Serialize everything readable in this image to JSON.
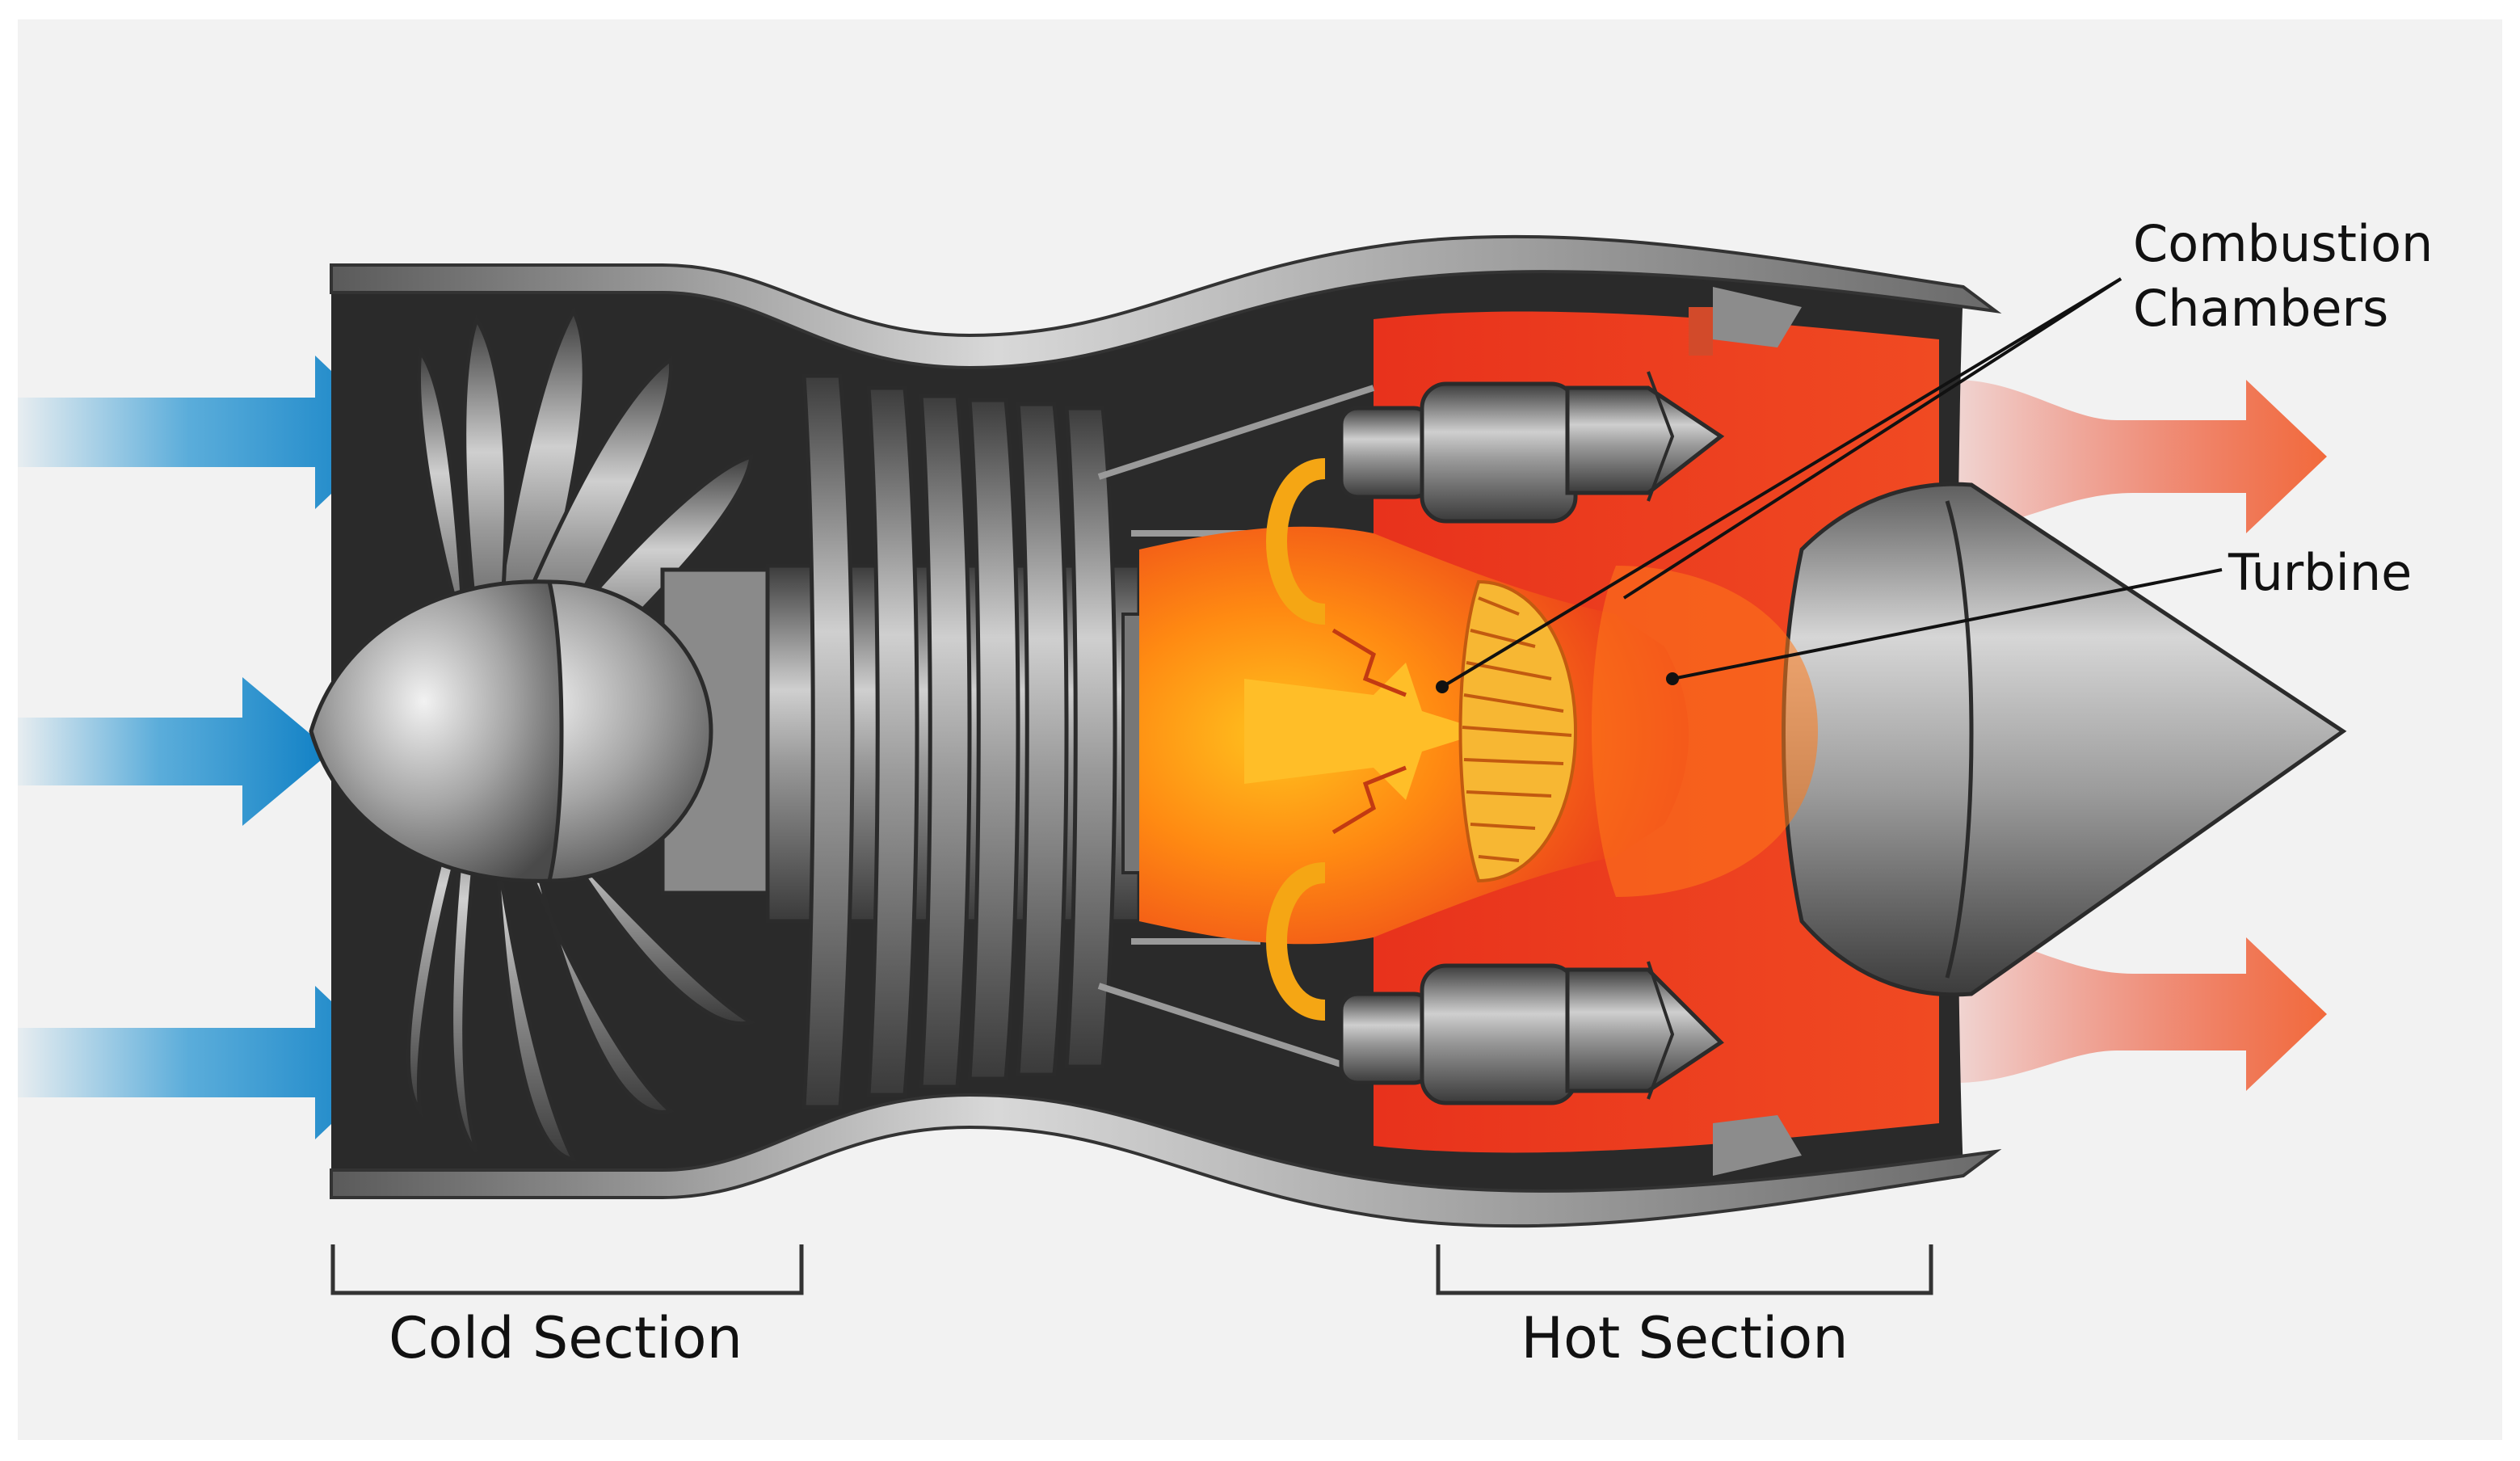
{
  "labels": {
    "combustion_line1": "Combustion",
    "combustion_line2": "Chambers",
    "turbine": "Turbine",
    "cold_section": "Cold Section",
    "hot_section": "Hot Section"
  },
  "colors": {
    "background": "#f2f2f2",
    "intake_arrow": "#1a8fd0",
    "exhaust_arrow": "#f0502a",
    "hot_core": "#e8321c",
    "metal": "#7d7d7d",
    "label_text": "#111111"
  },
  "icons": {
    "intake": "blue-arrow-right",
    "exhaust": "red-arrow-right"
  }
}
